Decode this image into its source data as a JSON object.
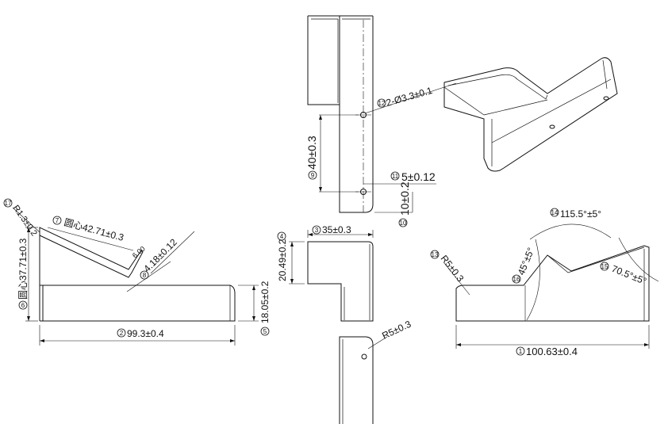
{
  "drawing": {
    "views": {
      "top_left": {
        "d_radius": {
          "num": "17",
          "text": "R1.3±0.2"
        },
        "d_center_len": {
          "num": "7",
          "text": "圆心42.71±0.3"
        },
        "d_small_angle": "6.00",
        "d_width": {
          "num": "8",
          "text": "4.18±0.12"
        },
        "d_height": {
          "num": "6",
          "text": "圆心37.71±0.3"
        },
        "d_base_height": {
          "num": "5",
          "text": "18.05±0.2"
        },
        "d_length": {
          "num": "2",
          "text": "99.3±0.4"
        }
      },
      "center_top": {
        "d_holes": {
          "num": "12",
          "text": "2-Ø3.3±0.1"
        },
        "d_hole_spacing": {
          "num": "9",
          "text": "40±0.3"
        },
        "d_flange": {
          "num": "11",
          "text": "5±0.12"
        },
        "d_edge": {
          "num": "10",
          "text": "10±0.2"
        }
      },
      "center_mid": {
        "d_top": {
          "num": "3",
          "text": "35±0.3"
        },
        "d_height": {
          "num": "4",
          "text": "20.49±0.2"
        }
      },
      "center_bottom": {
        "d_radius": "R5±0.3"
      },
      "right": {
        "d_radius": {
          "num": "13",
          "text": "R5±0.3"
        },
        "d_angle_large": {
          "num": "14",
          "text": "115.5°±5°"
        },
        "d_angle_bend": {
          "num": "15",
          "text": "70.5°±5°"
        },
        "d_angle_45": {
          "num": "16",
          "text": "45°±5°"
        },
        "d_length": {
          "num": "1",
          "text": "100.63±0.4"
        }
      }
    }
  }
}
